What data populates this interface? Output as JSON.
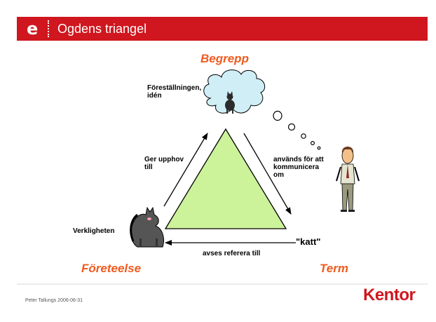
{
  "header": {
    "title": "Ogdens triangel",
    "logo_letter": "e"
  },
  "diagram": {
    "top_heading": "Begrepp",
    "left_heading": "Företeelse",
    "right_heading": "Term",
    "concept_label": "Föreställningen,\nidén",
    "reality_label": "Verkligheten",
    "left_edge_label": "Ger upphov\ntill",
    "right_edge_label": "används för att\nkommunicera\nom",
    "bottom_edge_label": "avses referera till",
    "term_word": "\"katt\""
  },
  "footer": {
    "author_date": "Peter Tallungs 2006-06-31",
    "brand": "Kentor"
  },
  "colors": {
    "header_red": "#d0161e",
    "heading_orange": "#f05a1e",
    "triangle_green": "#ccf29a",
    "cloud_blue": "#cfeef6"
  }
}
